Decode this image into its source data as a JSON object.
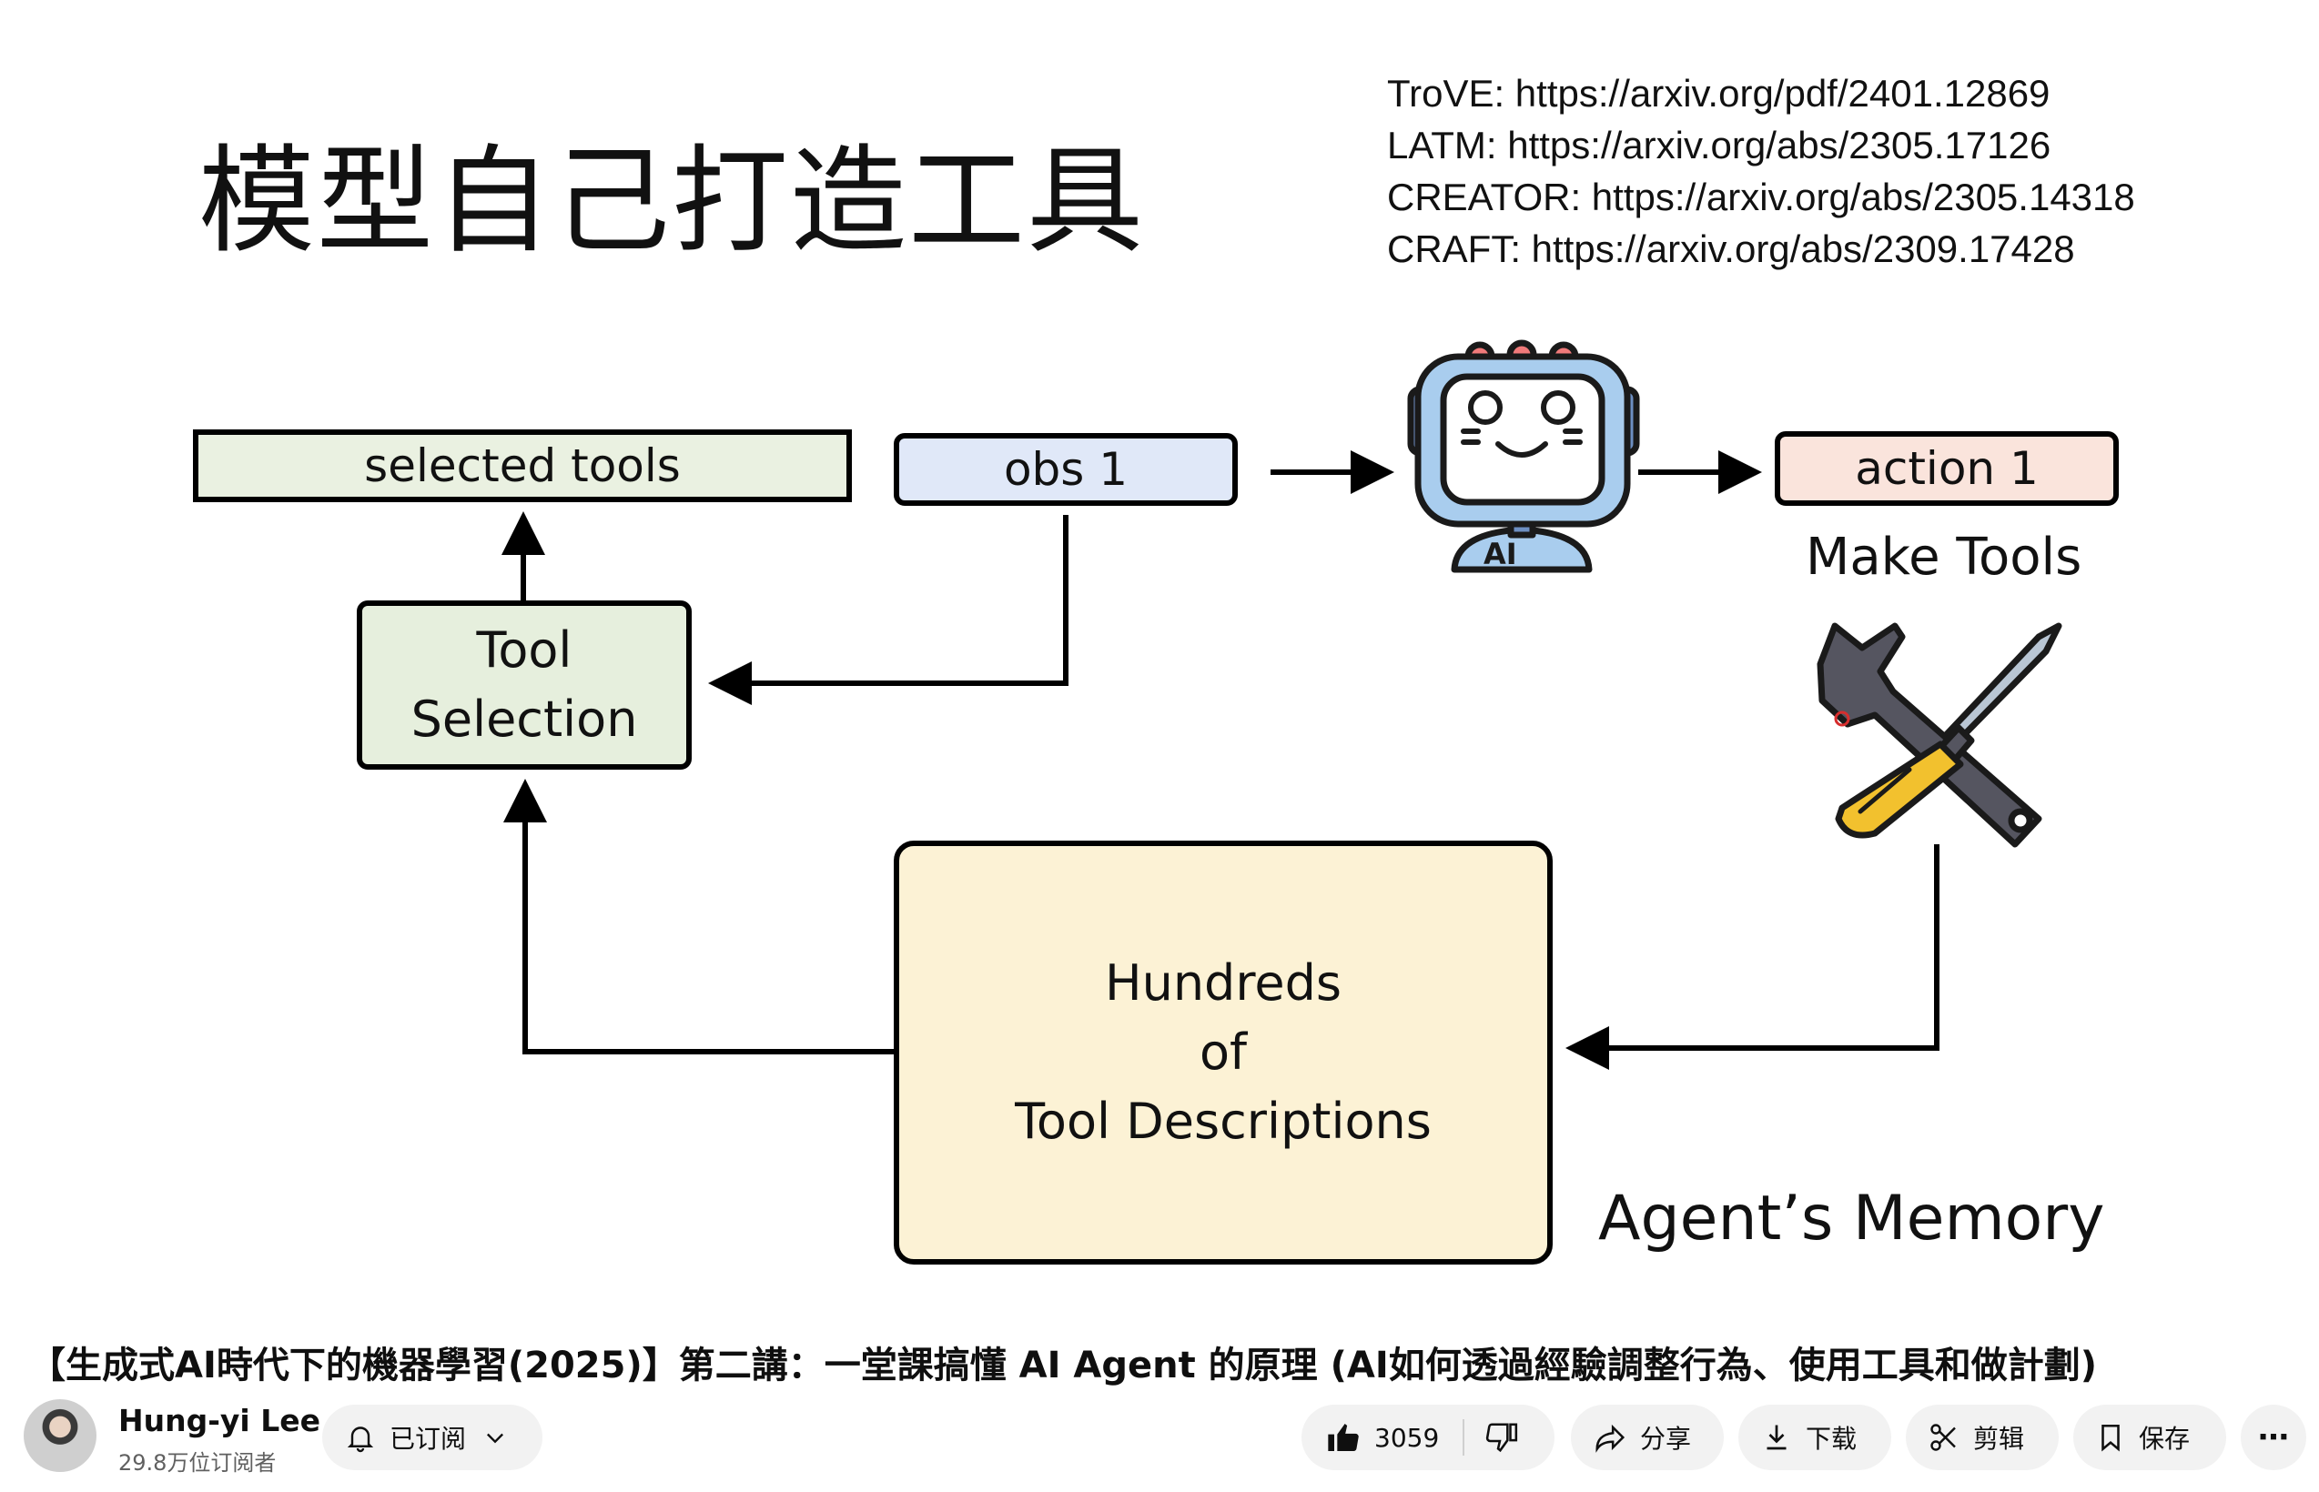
{
  "slide": {
    "title": "模型自己打造工具",
    "references": [
      "TroVE: https://arxiv.org/pdf/2401.12869",
      "LATM: https://arxiv.org/abs/2305.17126",
      "CREATOR: https://arxiv.org/abs/2305.14318",
      "CRAFT: https://arxiv.org/abs/2309.17428"
    ],
    "selected_tools": "selected tools",
    "obs": "obs 1",
    "action": "action 1",
    "robot_badge": "AI",
    "make_tools": "Make Tools",
    "tool_selection": [
      "Tool",
      "Selection"
    ],
    "memory_box": [
      "Hundreds",
      "of",
      "Tool Descriptions"
    ],
    "memory_label": "Agent’s Memory",
    "colors": {
      "selected_fill": "#eaf1e1",
      "obs_fill": "#e0e8f8",
      "action_fill": "#fae4dc",
      "memory_fill": "#fcf2d5"
    }
  },
  "video": {
    "title": "【生成式AI時代下的機器學習(2025)】第二講：一堂課搞懂 AI Agent 的原理 (AI如何透過經驗調整行為、使用工具和做計劃)",
    "channel": "Hung-yi Lee",
    "subscribers": "29.8万位订阅者",
    "subscribe_label": "已订阅",
    "likes": "3059",
    "share": "分享",
    "download": "下载",
    "clip": "剪辑",
    "save": "保存",
    "more": "⋯",
    "icons": [
      "bell-icon",
      "chevron-down-icon",
      "thumbs-up-icon",
      "thumbs-down-icon",
      "share-icon",
      "download-icon",
      "scissors-icon",
      "bookmark-icon",
      "more-icon"
    ]
  }
}
